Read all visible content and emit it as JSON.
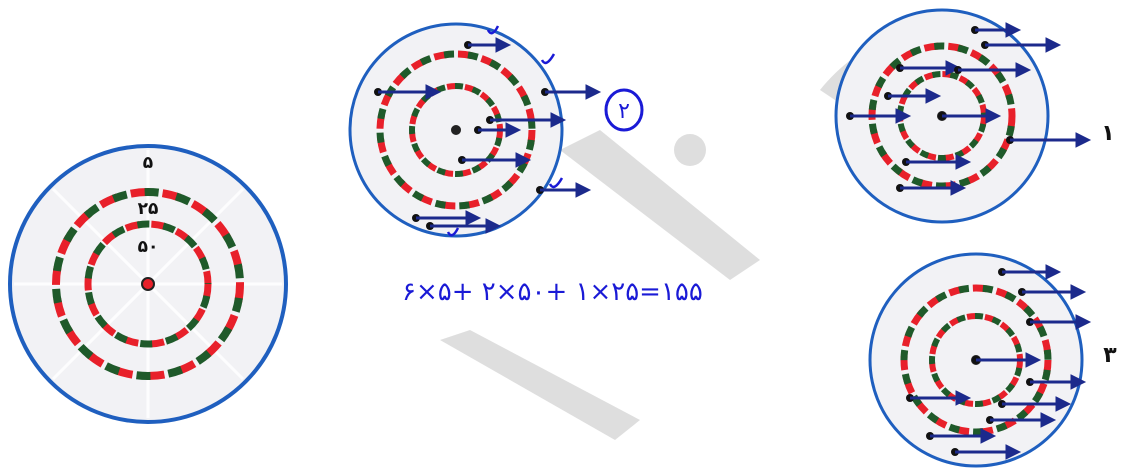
{
  "reference_board": {
    "outer_label": "۵",
    "middle_label": "۲۵",
    "inner_label": "۵۰"
  },
  "targets": [
    {
      "id": "board-2",
      "label": "۲",
      "label_style": "circled-handwritten"
    },
    {
      "id": "board-1",
      "label": "۱",
      "label_style": "printed"
    },
    {
      "id": "board-3",
      "label": "۳",
      "label_style": "printed"
    }
  ],
  "annotation": {
    "equation": "۶×۵+ ۲×۵۰+ ۱×۲۵=۱۵۵"
  },
  "colors": {
    "board_rim": "#1f5fbf",
    "board_face": "#f2f2f5",
    "ring_red": "#e8202a",
    "ring_green": "#1f5a2a",
    "dart_blue": "#1c2a8c",
    "handwriting_blue": "#1a1ad6",
    "watermark": "#b0b0b0"
  }
}
